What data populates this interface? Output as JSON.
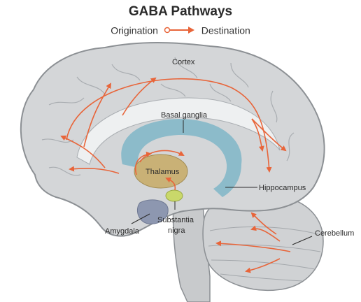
{
  "title": "GABA Pathways",
  "legend": {
    "origin_label": "Origination",
    "dest_label": "Destination",
    "arrow_color": "#e8653a"
  },
  "labels": {
    "cortex": "Cortex",
    "basal_ganglia": "Basal ganglia",
    "thalamus": "Thalamus",
    "hippocampus": "Hippocampus",
    "amygdala": "Amygdala",
    "substantia_nigra_1": "Substantia",
    "substantia_nigra_2": "nigra",
    "cerebellum": "Cerebellum"
  },
  "colors": {
    "brain": "#d4d6d8",
    "brain_outline": "#8c9094",
    "basal_ganglia": "#7fb6c8",
    "thalamus": "#c9b176",
    "substantia_nigra": "#c9d86a",
    "amygdala": "#8d97b0",
    "pathway": "#e8653a"
  }
}
